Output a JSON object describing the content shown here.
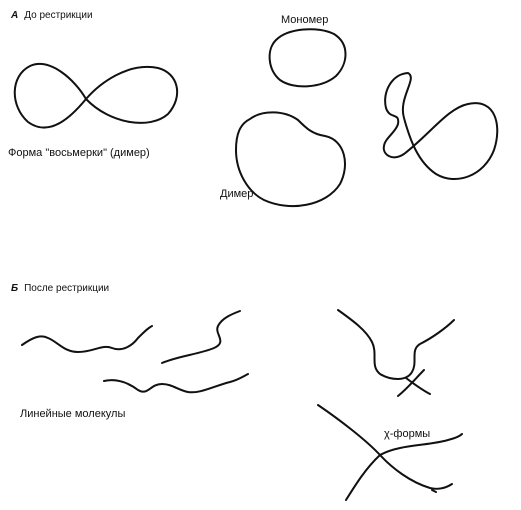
{
  "section_a": {
    "letter": "А",
    "title": "До рестрикции"
  },
  "section_b": {
    "letter": "Б",
    "title": "После рестрикции"
  },
  "labels": {
    "monomer": "Мономер",
    "figure_eight": "Форма \"восьмерки\" (димер)",
    "dimer": "Димер",
    "linear": "Линейные молекулы",
    "chi_forms": "χ-формы"
  },
  "colors": {
    "ink": "#111111",
    "background": "#ffffff"
  }
}
